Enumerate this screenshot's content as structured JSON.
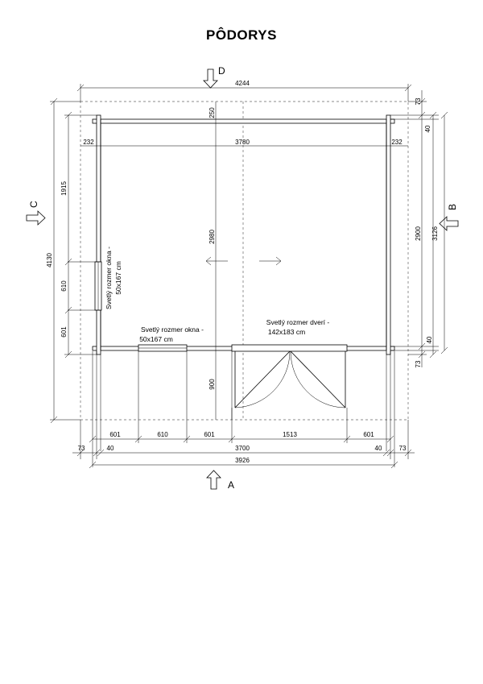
{
  "title": "PÔDORYS",
  "views": {
    "a": "A",
    "b": "B",
    "c": "C",
    "d": "D"
  },
  "labels": {
    "window_left_1": "Svetlý rozmer okna -",
    "window_left_2": "50x167 cm",
    "window_bottom_1": "Svetlý rozmer okna -",
    "window_bottom_2": "50x167 cm",
    "door_1": "Svetlý rozmer dverí -",
    "door_2": "142x183 cm"
  },
  "dims": {
    "top_overall": "4244",
    "top_left": "232",
    "top_mid": "3780",
    "top_right": "232",
    "v_250": "250",
    "v_2980": "2980",
    "v_900": "900",
    "right_73_top": "73",
    "right_40_top": "40",
    "right_2900": "2900",
    "right_3126": "3126",
    "right_40_bot": "40",
    "right_73_bot": "73",
    "left_4130": "4130",
    "left_1915": "1915",
    "left_610": "610",
    "left_601": "601",
    "bot_601_a": "601",
    "bot_610": "610",
    "bot_601_b": "601",
    "bot_1513": "1513",
    "bot_601_c": "601",
    "bot_73_l": "73",
    "bot_40_l": "40",
    "bot_3700": "3700",
    "bot_40_r": "40",
    "bot_73_r": "73",
    "bot_3926": "3926"
  }
}
